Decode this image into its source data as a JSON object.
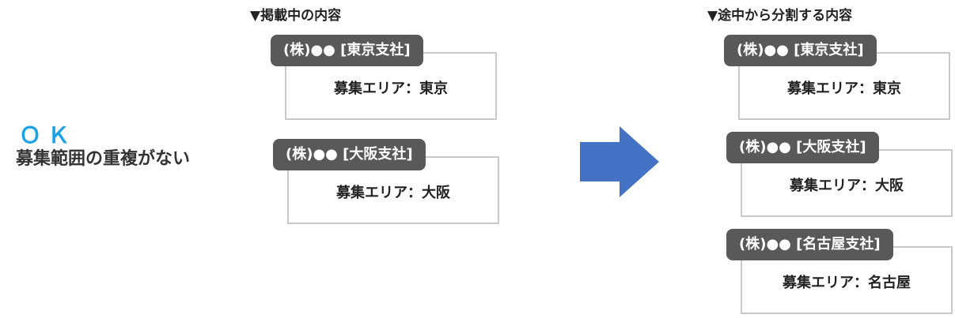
{
  "ok": {
    "label": "ＯＫ",
    "description": "募集範囲の重複がない"
  },
  "left": {
    "heading": "▼掲載中の内容",
    "cards": [
      {
        "tag": "(株)●● [東京支社]",
        "area": "募集エリア：東京"
      },
      {
        "tag": "(株)●● [大阪支社]",
        "area": "募集エリア：大阪"
      }
    ]
  },
  "right": {
    "heading": "▼途中から分割する内容",
    "cards": [
      {
        "tag": "(株)●● [東京支社]",
        "area": "募集エリア：東京"
      },
      {
        "tag": "(株)●● [大阪支社]",
        "area": "募集エリア：大阪"
      },
      {
        "tag": "(株)●● [名古屋支社]",
        "area": "募集エリア：名古屋"
      }
    ]
  },
  "colors": {
    "ok": "#19a3e6",
    "arrow": "#4472c4",
    "tag_bg": "#595959",
    "border": "#c9c9c9"
  },
  "icons": {
    "arrow": "right-arrow-icon"
  }
}
